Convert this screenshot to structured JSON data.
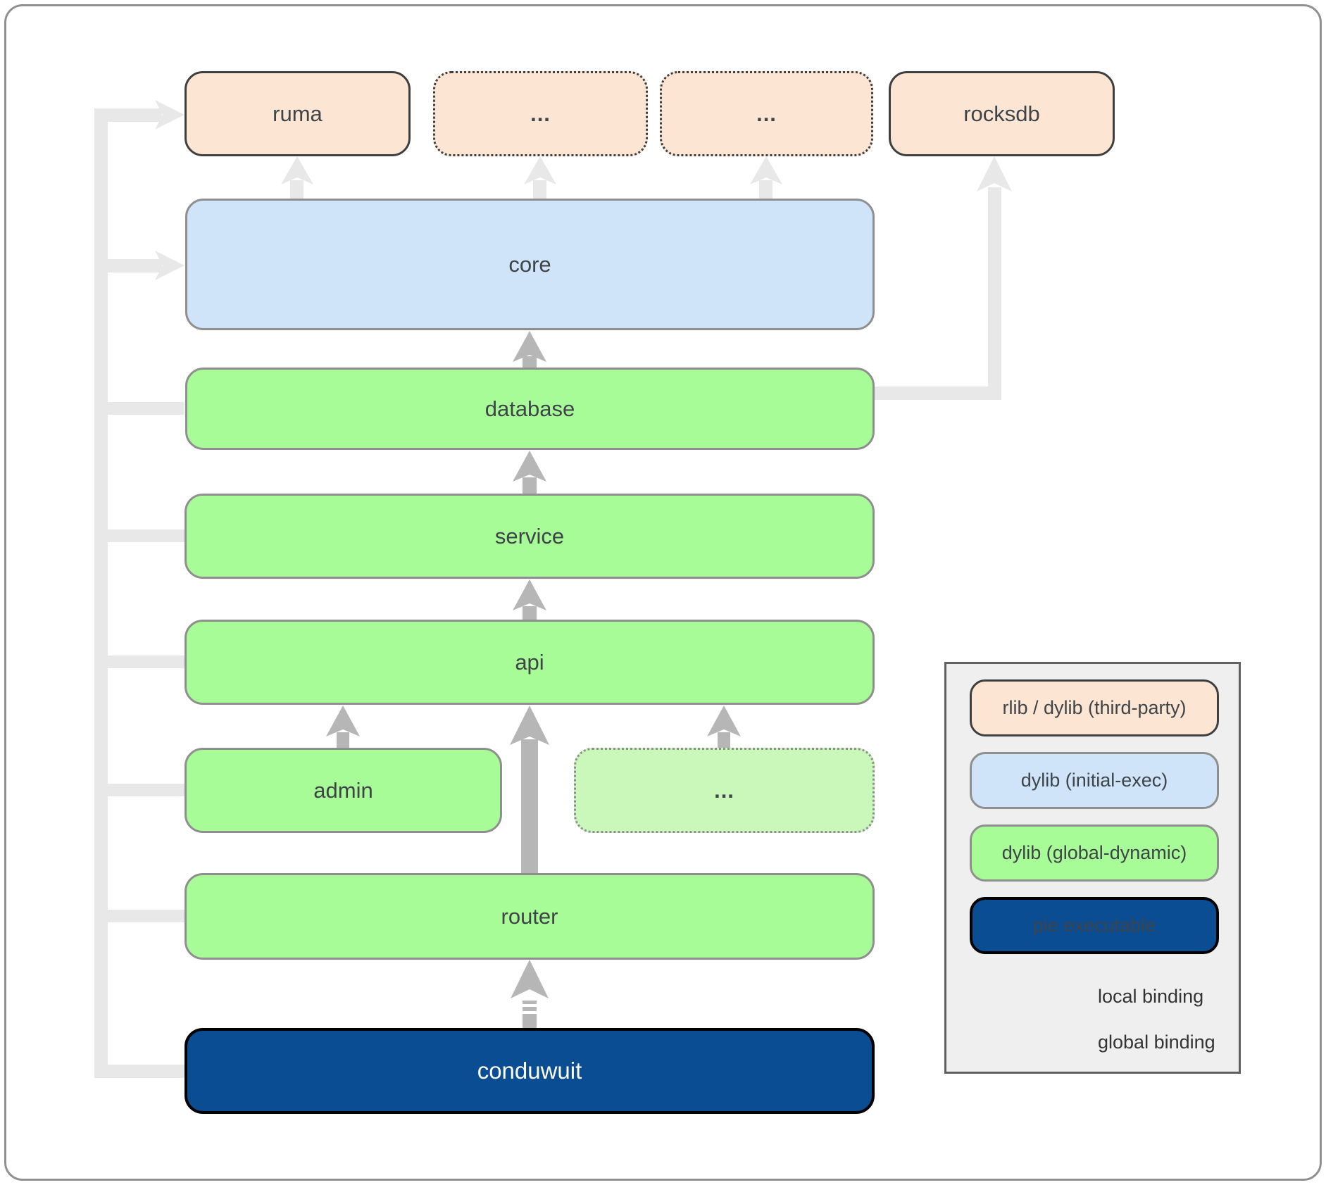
{
  "diagram": {
    "nodes": [
      {
        "id": "ruma",
        "label": "ruma",
        "kind": "rlib / dylib (third-party)"
      },
      {
        "id": "ellipsis-top-1",
        "label": "...",
        "kind": "rlib / dylib (third-party)"
      },
      {
        "id": "ellipsis-top-2",
        "label": "...",
        "kind": "rlib / dylib (third-party)"
      },
      {
        "id": "rocksdb",
        "label": "rocksdb",
        "kind": "rlib / dylib (third-party)"
      },
      {
        "id": "core",
        "label": "core",
        "kind": "dylib (initial-exec)"
      },
      {
        "id": "database",
        "label": "database",
        "kind": "dylib (global-dynamic)"
      },
      {
        "id": "service",
        "label": "service",
        "kind": "dylib (global-dynamic)"
      },
      {
        "id": "api",
        "label": "api",
        "kind": "dylib (global-dynamic)"
      },
      {
        "id": "admin",
        "label": "admin",
        "kind": "dylib (global-dynamic)"
      },
      {
        "id": "ellipsis-mid",
        "label": "...",
        "kind": "dylib (global-dynamic)"
      },
      {
        "id": "router",
        "label": "router",
        "kind": "dylib (global-dynamic)"
      },
      {
        "id": "conduwuit",
        "label": "conduwuit",
        "kind": "pie executable"
      }
    ],
    "edges": [
      {
        "from": "core",
        "to": "ruma",
        "binding": "global"
      },
      {
        "from": "core",
        "to": "ellipsis-top-1",
        "binding": "global"
      },
      {
        "from": "core",
        "to": "ellipsis-top-2",
        "binding": "global"
      },
      {
        "from": "database",
        "to": "rocksdb",
        "binding": "global"
      },
      {
        "from": "database",
        "to": "core",
        "binding": "global"
      },
      {
        "from": "service",
        "to": "database",
        "binding": "global"
      },
      {
        "from": "api",
        "to": "service",
        "binding": "global"
      },
      {
        "from": "admin",
        "to": "api",
        "binding": "global"
      },
      {
        "from": "ellipsis-mid",
        "to": "api",
        "binding": "global"
      },
      {
        "from": "router",
        "to": "api",
        "binding": "global"
      },
      {
        "from": "conduwuit",
        "to": "router",
        "binding": "local"
      },
      {
        "from": "conduwuit",
        "to": "ruma",
        "binding": "global"
      },
      {
        "from": "conduwuit",
        "to": "core",
        "binding": "global"
      },
      {
        "from": "conduwuit",
        "to": "database",
        "binding": "global"
      },
      {
        "from": "conduwuit",
        "to": "service",
        "binding": "global"
      },
      {
        "from": "conduwuit",
        "to": "api",
        "binding": "global"
      },
      {
        "from": "conduwuit",
        "to": "admin",
        "binding": "global"
      },
      {
        "from": "conduwuit",
        "to": "router",
        "binding": "global"
      }
    ]
  },
  "legend": {
    "items": [
      {
        "label": "rlib / dylib (third-party)"
      },
      {
        "label": "dylib (initial-exec)"
      },
      {
        "label": "dylib (global-dynamic)"
      },
      {
        "label": "pie executable"
      }
    ],
    "bindings": [
      {
        "label": "local binding",
        "style": "dashed"
      },
      {
        "label": "global binding",
        "style": "solid"
      }
    ]
  },
  "colors": {
    "ink": "#3e4448",
    "peach": "#fce5d3",
    "blue": "#cfe4f8",
    "green": "#a8fc97",
    "greenlight": "#c9f8ba",
    "navy": "#0b4d92",
    "border-dark": "#3f3f3f",
    "border-gray": "#8f8f8f",
    "linelight": "#e8e8e8",
    "linedark": "#b6b6b6",
    "legendbg": "#efefef",
    "legendborder": "#5f5f5f",
    "legendink": "#333333",
    "page-border": "#909090"
  }
}
